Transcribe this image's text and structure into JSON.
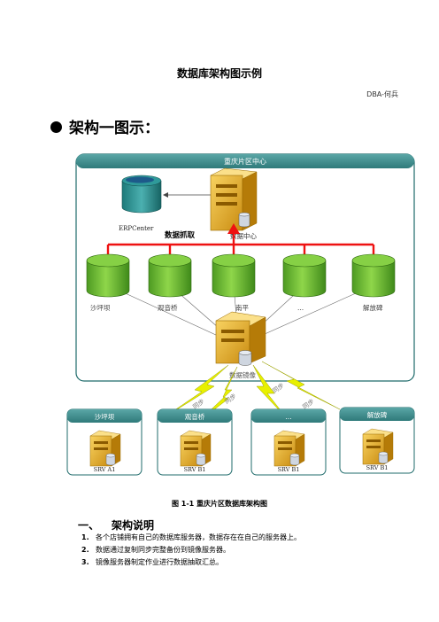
{
  "document": {
    "title": "数据库架构图示例",
    "author": "DBA-何兵",
    "section_heading": "架构一图示：",
    "caption": "图 1-1  重庆片区数据库架构图",
    "subsection_number": "一、",
    "subsection_title": "架构说明",
    "list_items": [
      {
        "num": "1.",
        "text": "各个店铺拥有自己的数据库服务器，数据存在在自己的服务器上。"
      },
      {
        "num": "2.",
        "text": "数据通过复制同步完整备份到镜像服务器。"
      },
      {
        "num": "3.",
        "text": "镜像服务器制定作业进行数据抽取汇总。"
      }
    ]
  },
  "diagram": {
    "region_title": "重庆片区中心",
    "erp_label": "ERPCenter",
    "extract_label": "数据抓取",
    "center_label": "数据中心",
    "mirror_label": "数据镜像",
    "cylinders": [
      "沙坪坝",
      "观音桥",
      "南平",
      "...",
      "解放碑"
    ],
    "sync_labels": [
      "同步",
      "同步",
      "同步",
      "同步"
    ],
    "stores": [
      {
        "title": "沙坪坝",
        "server": "SRV A1"
      },
      {
        "title": "观音桥",
        "server": "SRV B1"
      },
      {
        "title": "...",
        "server": "SRV B1"
      },
      {
        "title": "解放碑",
        "server": "SRV B1"
      }
    ],
    "colors": {
      "frame": "#1f6b6b",
      "tab": "#3a8c8c",
      "red": "#ee1111",
      "cylinder": "#6fc030",
      "lightning": "#e8f000"
    }
  }
}
